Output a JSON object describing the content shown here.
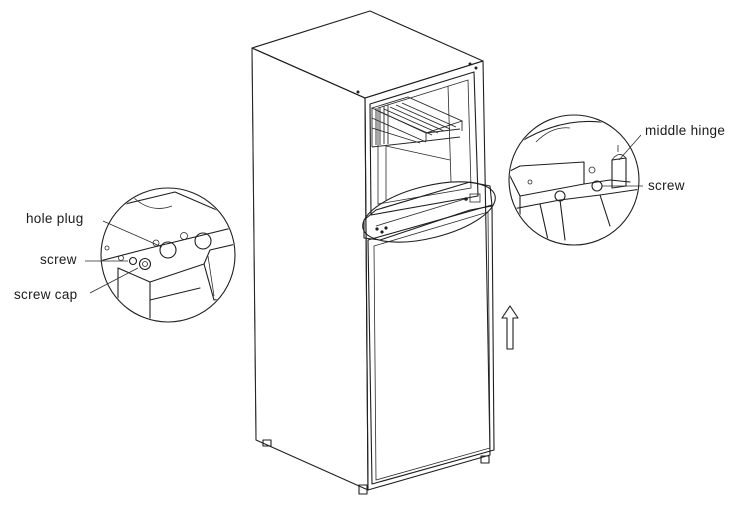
{
  "labels": {
    "hole_plug": "hole plug",
    "screw_left": "screw",
    "screw_cap": "screw cap",
    "middle_hinge": "middle hinge",
    "screw_right": "screw"
  },
  "colors": {
    "line": "#1f1f1f",
    "background": "#ffffff"
  },
  "icons": {
    "arrow": "up-arrow-icon"
  }
}
